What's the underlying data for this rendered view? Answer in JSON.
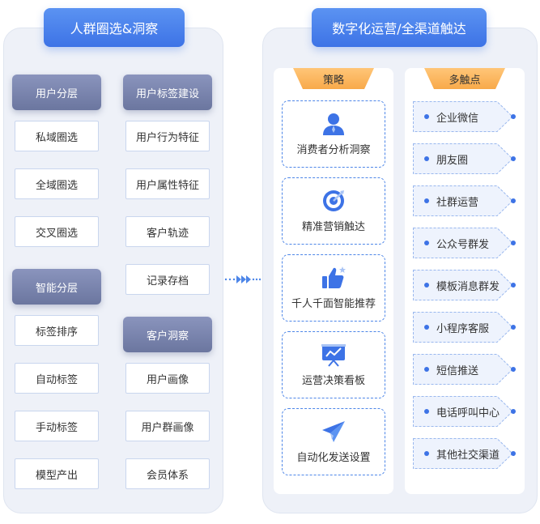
{
  "left": {
    "title": "人群圈选&洞察",
    "groups": [
      {
        "header": "用户分层",
        "items": [
          "私域圈选",
          "全域圈选",
          "交叉圈选"
        ]
      },
      {
        "header": "智能分层",
        "items": [
          "标签排序",
          "自动标签",
          "手动标签",
          "模型产出"
        ]
      },
      {
        "header": "用户标签建设",
        "items": [
          "用户行为特征",
          "用户属性特征",
          "客户轨迹",
          "记录存档"
        ]
      },
      {
        "header": "客户洞察",
        "items": [
          "用户画像",
          "用户群画像",
          "会员体系"
        ]
      }
    ]
  },
  "right": {
    "title": "数字化运营/全渠道触达",
    "strategy": {
      "tab": "策略",
      "items": [
        {
          "label": "消费者分析洞察",
          "icon": "user-icon"
        },
        {
          "label": "精准营销触达",
          "icon": "target-icon"
        },
        {
          "label": "千人千面智能推荐",
          "icon": "thumbs-up-icon"
        },
        {
          "label": "运营决策看板",
          "icon": "dashboard-icon"
        },
        {
          "label": "自动化发送设置",
          "icon": "send-icon"
        }
      ]
    },
    "touchpoints": {
      "tab": "多触点",
      "items": [
        "企业微信",
        "朋友圈",
        "社群运营",
        "公众号群发",
        "模板消息群发",
        "小程序客服",
        "短信推送",
        "电话呼叫中心",
        "其他社交渠道"
      ]
    }
  },
  "colors": {
    "accent_blue": "#3d73e6",
    "header_slate": "#6b769f",
    "tab_orange": "#f8a94a",
    "panel_bg": "#eef1f8"
  }
}
